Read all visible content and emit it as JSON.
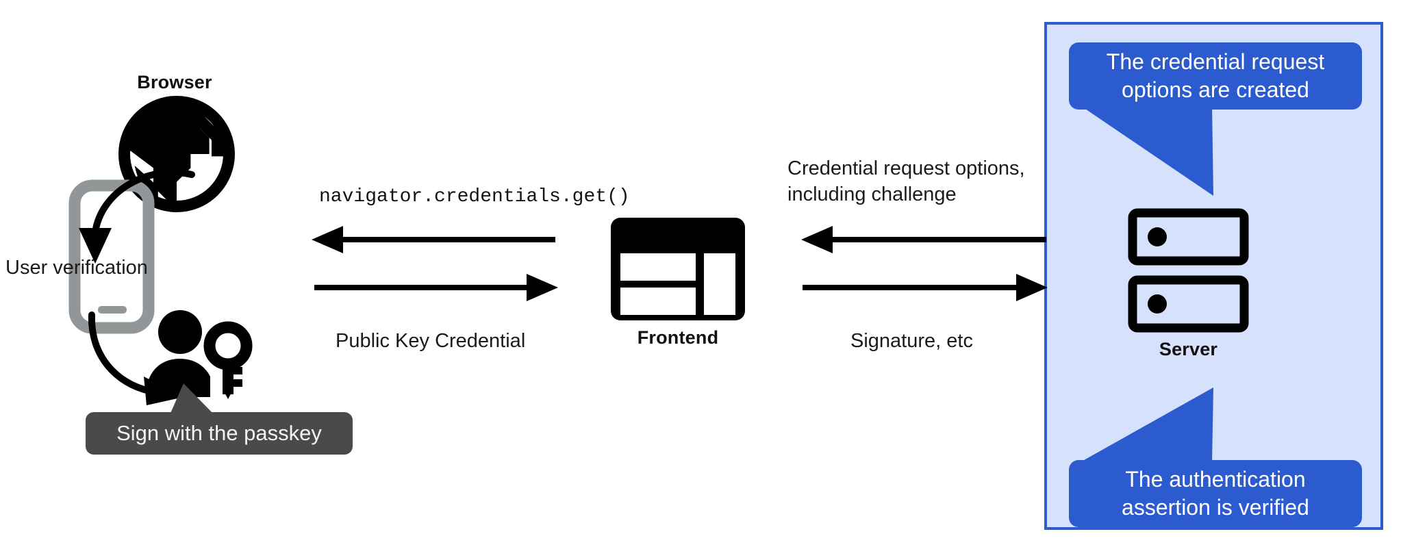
{
  "diagram": {
    "title": "WebAuthn passkey authentication flow",
    "colors": {
      "server_panel_fill": "#d6e2fb",
      "server_panel_border": "#2d5bd0",
      "callout_blue": "#2c5bd0",
      "callout_dark": "#4a4a4a",
      "icon_black": "#000000",
      "phone_gray": "#919699",
      "text_dark": "#1b1b1b"
    }
  },
  "browser": {
    "label": "Browser",
    "icon": "globe-icon"
  },
  "phone": {
    "icon": "mobile-phone-icon",
    "label": "User verification"
  },
  "user": {
    "icon": "person-with-key-icon",
    "callout": "Sign with the passkey"
  },
  "frontend": {
    "label": "Frontend",
    "icon": "web-layout-icon"
  },
  "server": {
    "label": "Server",
    "icon": "server-rack-icon",
    "callout_top": "The credential request options are created",
    "callout_bottom": "The authentication assertion is verified"
  },
  "arrows": {
    "browser_to_frontend_label": "navigator.credentials.get()",
    "frontend_to_browser_label": "Public Key Credential",
    "server_to_frontend_label": "Credential request options, including challenge",
    "frontend_to_server_label": "Signature, etc"
  }
}
